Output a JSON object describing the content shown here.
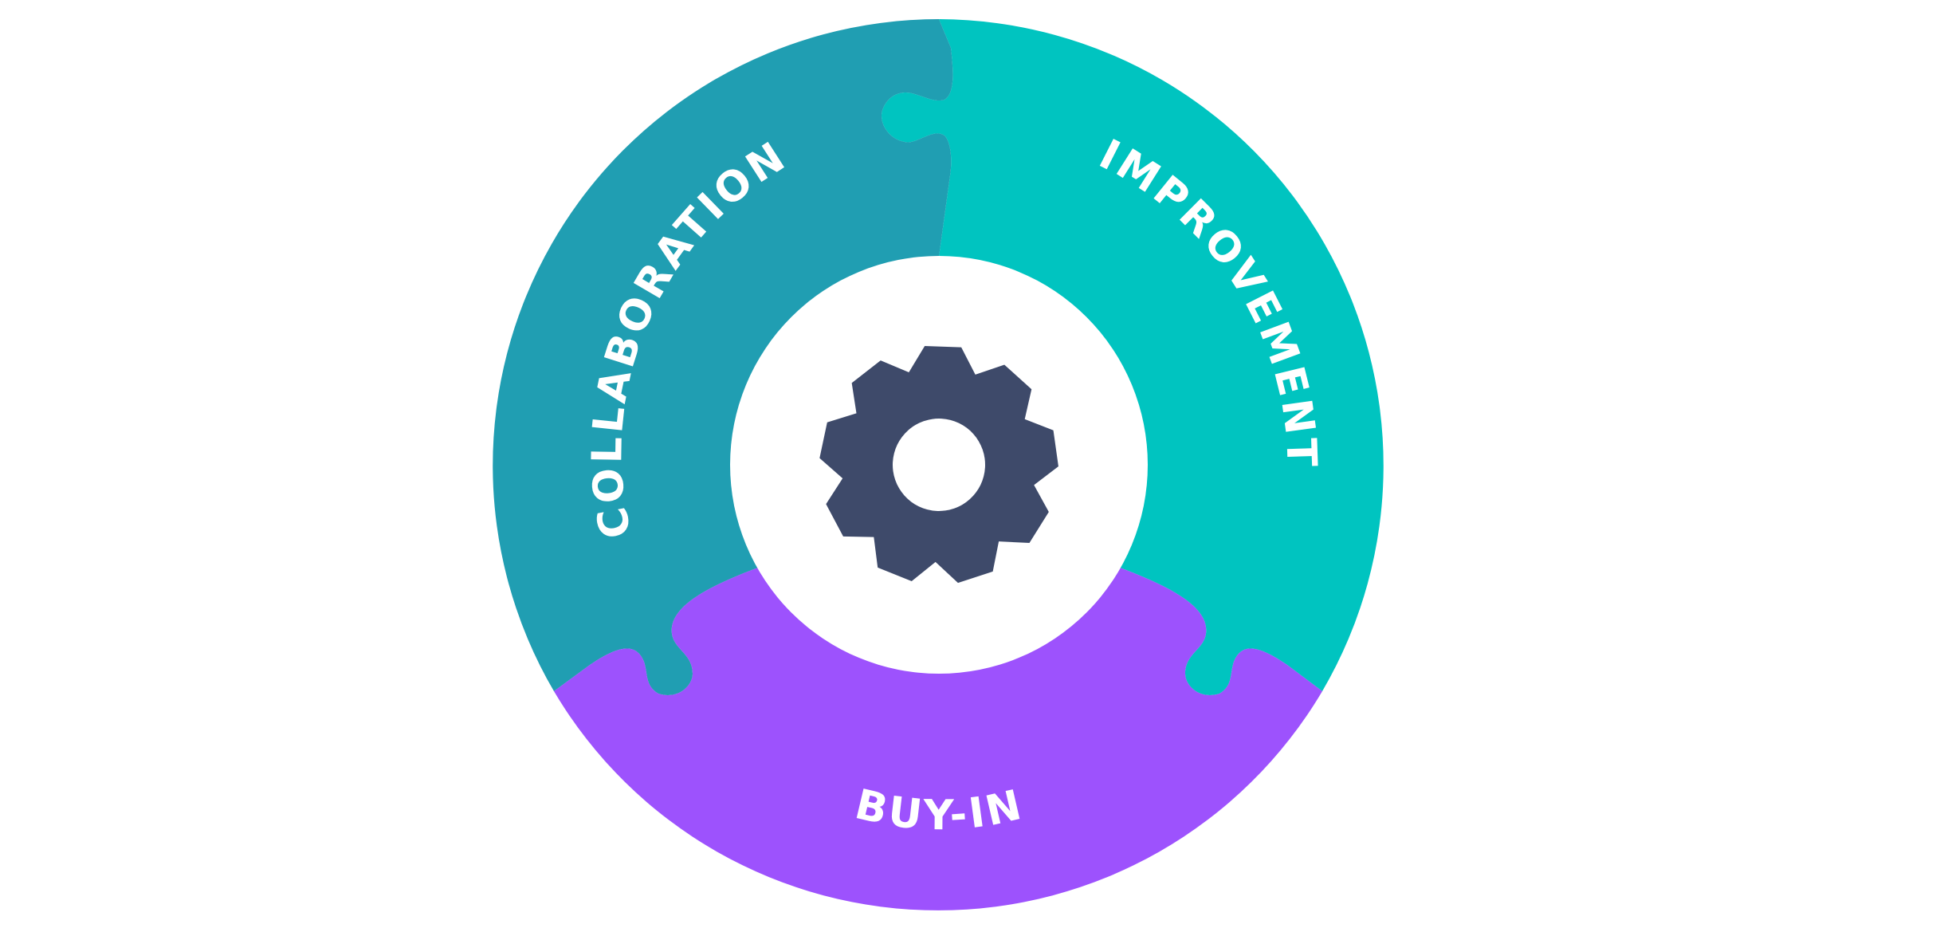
{
  "diagram": {
    "segments": [
      {
        "id": "collaboration",
        "label": "COLLABORATION",
        "color": "#209EB2"
      },
      {
        "id": "improvement",
        "label": "IMPROVEMENT",
        "color": "#00C4C0"
      },
      {
        "id": "buy_in",
        "label": "BUY-IN",
        "color": "#9D52FD"
      }
    ],
    "center": {
      "fill": "#FFFFFF",
      "icon": "gear-icon",
      "icon_color": "#3E4A6A"
    },
    "label_color": "#FFFFFF"
  }
}
